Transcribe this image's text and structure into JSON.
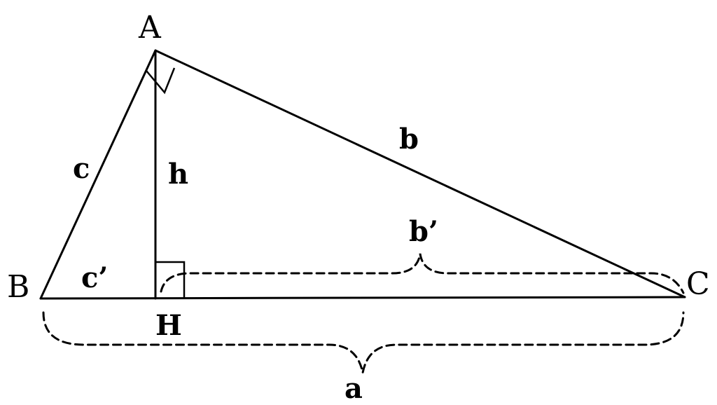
{
  "vertices": {
    "A": "A",
    "B": "B",
    "C": "C",
    "H": "H"
  },
  "sides": {
    "a": "a",
    "b": "b",
    "c": "c",
    "h": "h",
    "b_prime": "b’",
    "c_prime": "c’"
  },
  "colors": {
    "stroke": "#000000",
    "background": "#ffffff"
  }
}
